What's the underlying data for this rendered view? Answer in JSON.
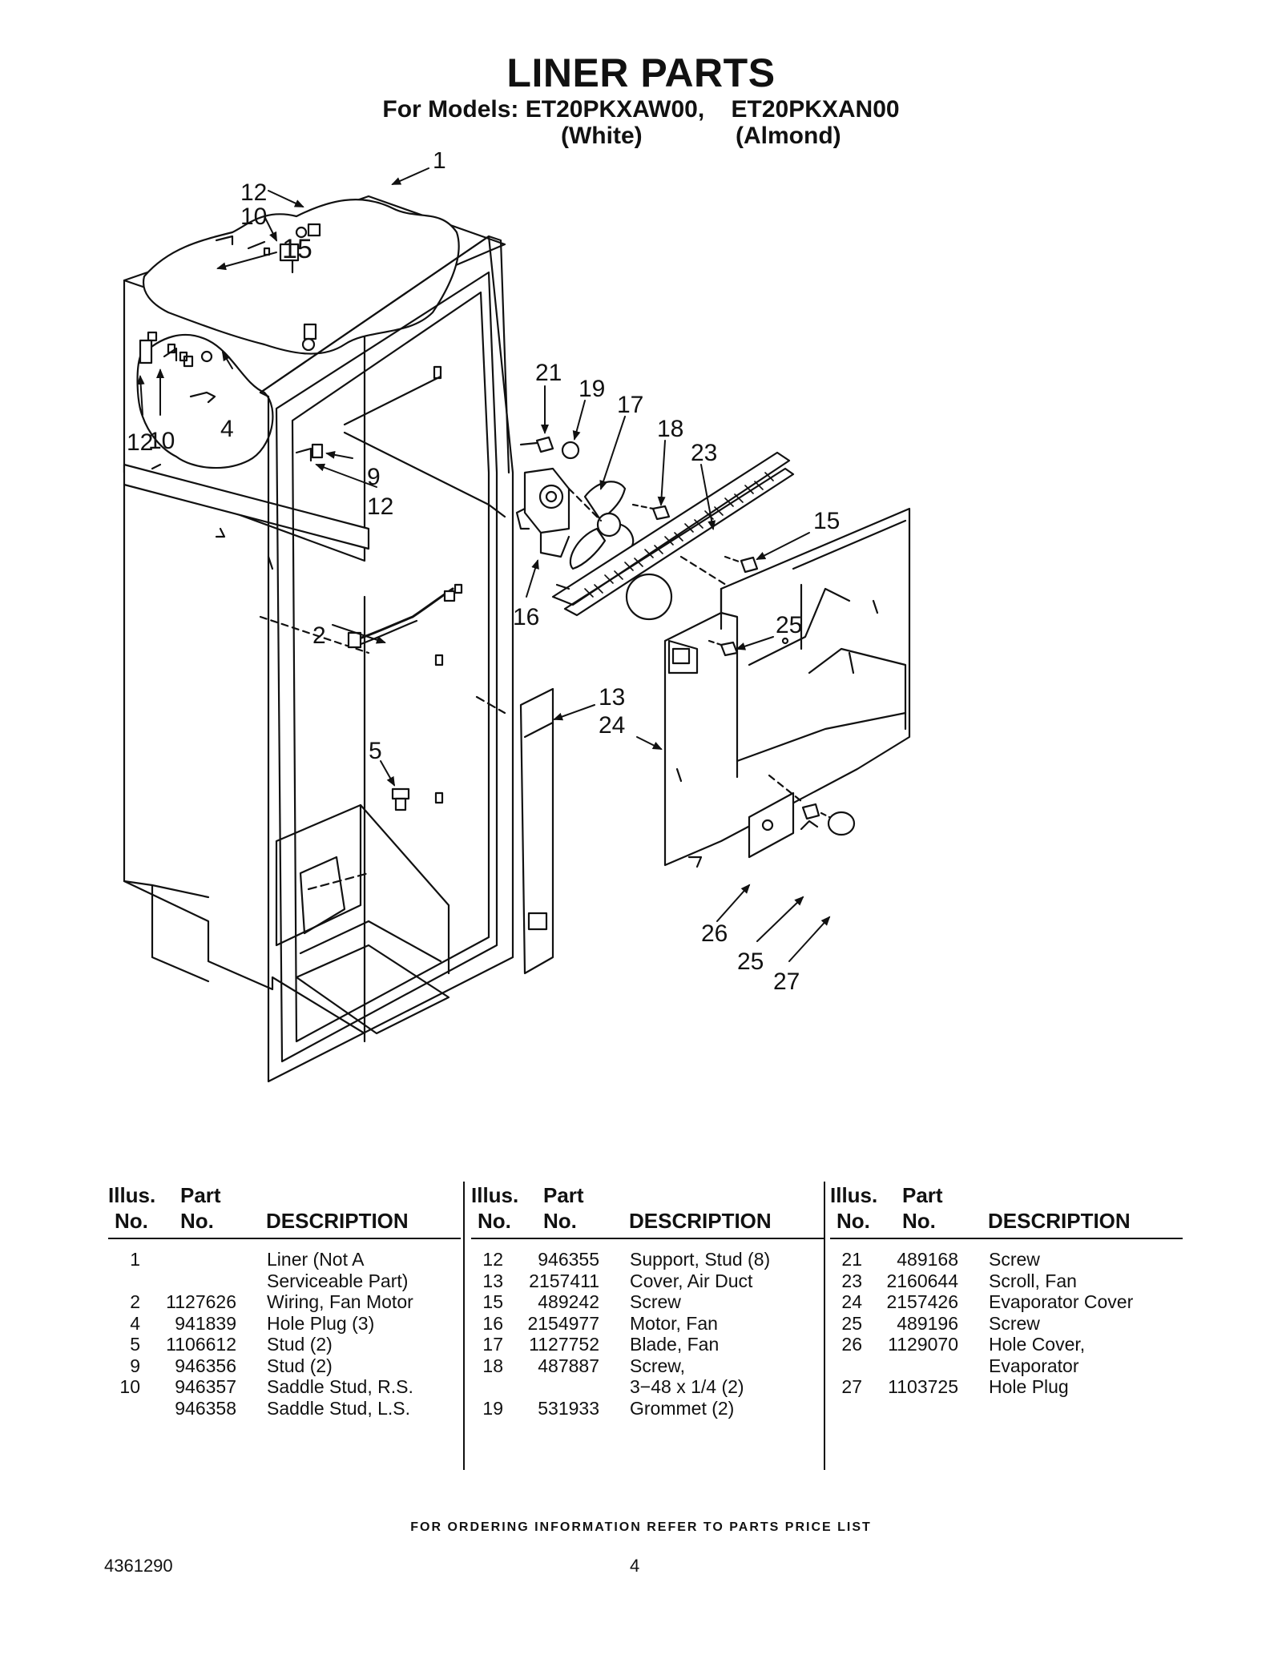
{
  "header": {
    "title": "LINER PARTS",
    "models_line": "For Models: ET20PKXAW00,    ET20PKXAN00",
    "color_white": "(White)",
    "color_almond": "(Almond)"
  },
  "diagram": {
    "callouts": [
      "1",
      "2",
      "4",
      "5",
      "9",
      "10",
      "10",
      "12",
      "12",
      "12",
      "13",
      "15",
      "15",
      "16",
      "17",
      "18",
      "19",
      "21",
      "23",
      "24",
      "25",
      "25",
      "26",
      "27"
    ]
  },
  "parts_table": {
    "headers": {
      "illus_line1": "Illus.",
      "illus_line2": "No.",
      "part_line1": "Part",
      "part_line2": "No.",
      "description": "DESCRIPTION"
    },
    "columns": [
      [
        {
          "illus": "1",
          "part": "",
          "desc": "Liner (Not A"
        },
        {
          "illus": "",
          "part": "",
          "desc": "Serviceable Part)"
        },
        {
          "illus": "2",
          "part": "1127626",
          "desc": "Wiring, Fan Motor"
        },
        {
          "illus": "4",
          "part": "941839",
          "desc": "Hole Plug (3)"
        },
        {
          "illus": "5",
          "part": "1106612",
          "desc": "Stud (2)"
        },
        {
          "illus": "9",
          "part": "946356",
          "desc": "Stud (2)"
        },
        {
          "illus": "10",
          "part": "946357",
          "desc": "Saddle Stud, R.S."
        },
        {
          "illus": "",
          "part": "946358",
          "desc": "Saddle Stud, L.S."
        }
      ],
      [
        {
          "illus": "12",
          "part": "946355",
          "desc": "Support, Stud (8)"
        },
        {
          "illus": "13",
          "part": "2157411",
          "desc": "Cover, Air Duct"
        },
        {
          "illus": "15",
          "part": "489242",
          "desc": "Screw"
        },
        {
          "illus": "16",
          "part": "2154977",
          "desc": "Motor, Fan"
        },
        {
          "illus": "17",
          "part": "1127752",
          "desc": "Blade, Fan"
        },
        {
          "illus": "18",
          "part": "487887",
          "desc": "Screw,"
        },
        {
          "illus": "",
          "part": "",
          "desc": "3−48 x 1/4 (2)"
        },
        {
          "illus": "19",
          "part": "531933",
          "desc": "Grommet (2)"
        }
      ],
      [
        {
          "illus": "21",
          "part": "489168",
          "desc": "Screw"
        },
        {
          "illus": "23",
          "part": "2160644",
          "desc": "Scroll, Fan"
        },
        {
          "illus": "24",
          "part": "2157426",
          "desc": "Evaporator Cover"
        },
        {
          "illus": "25",
          "part": "489196",
          "desc": "Screw"
        },
        {
          "illus": "26",
          "part": "1129070",
          "desc": "Hole Cover,"
        },
        {
          "illus": "",
          "part": "",
          "desc": "Evaporator"
        },
        {
          "illus": "27",
          "part": "1103725",
          "desc": "Hole Plug"
        }
      ]
    ]
  },
  "footer": {
    "note": "FOR ORDERING INFORMATION REFER TO PARTS PRICE LIST",
    "doc_number": "4361290",
    "page_number": "4"
  }
}
